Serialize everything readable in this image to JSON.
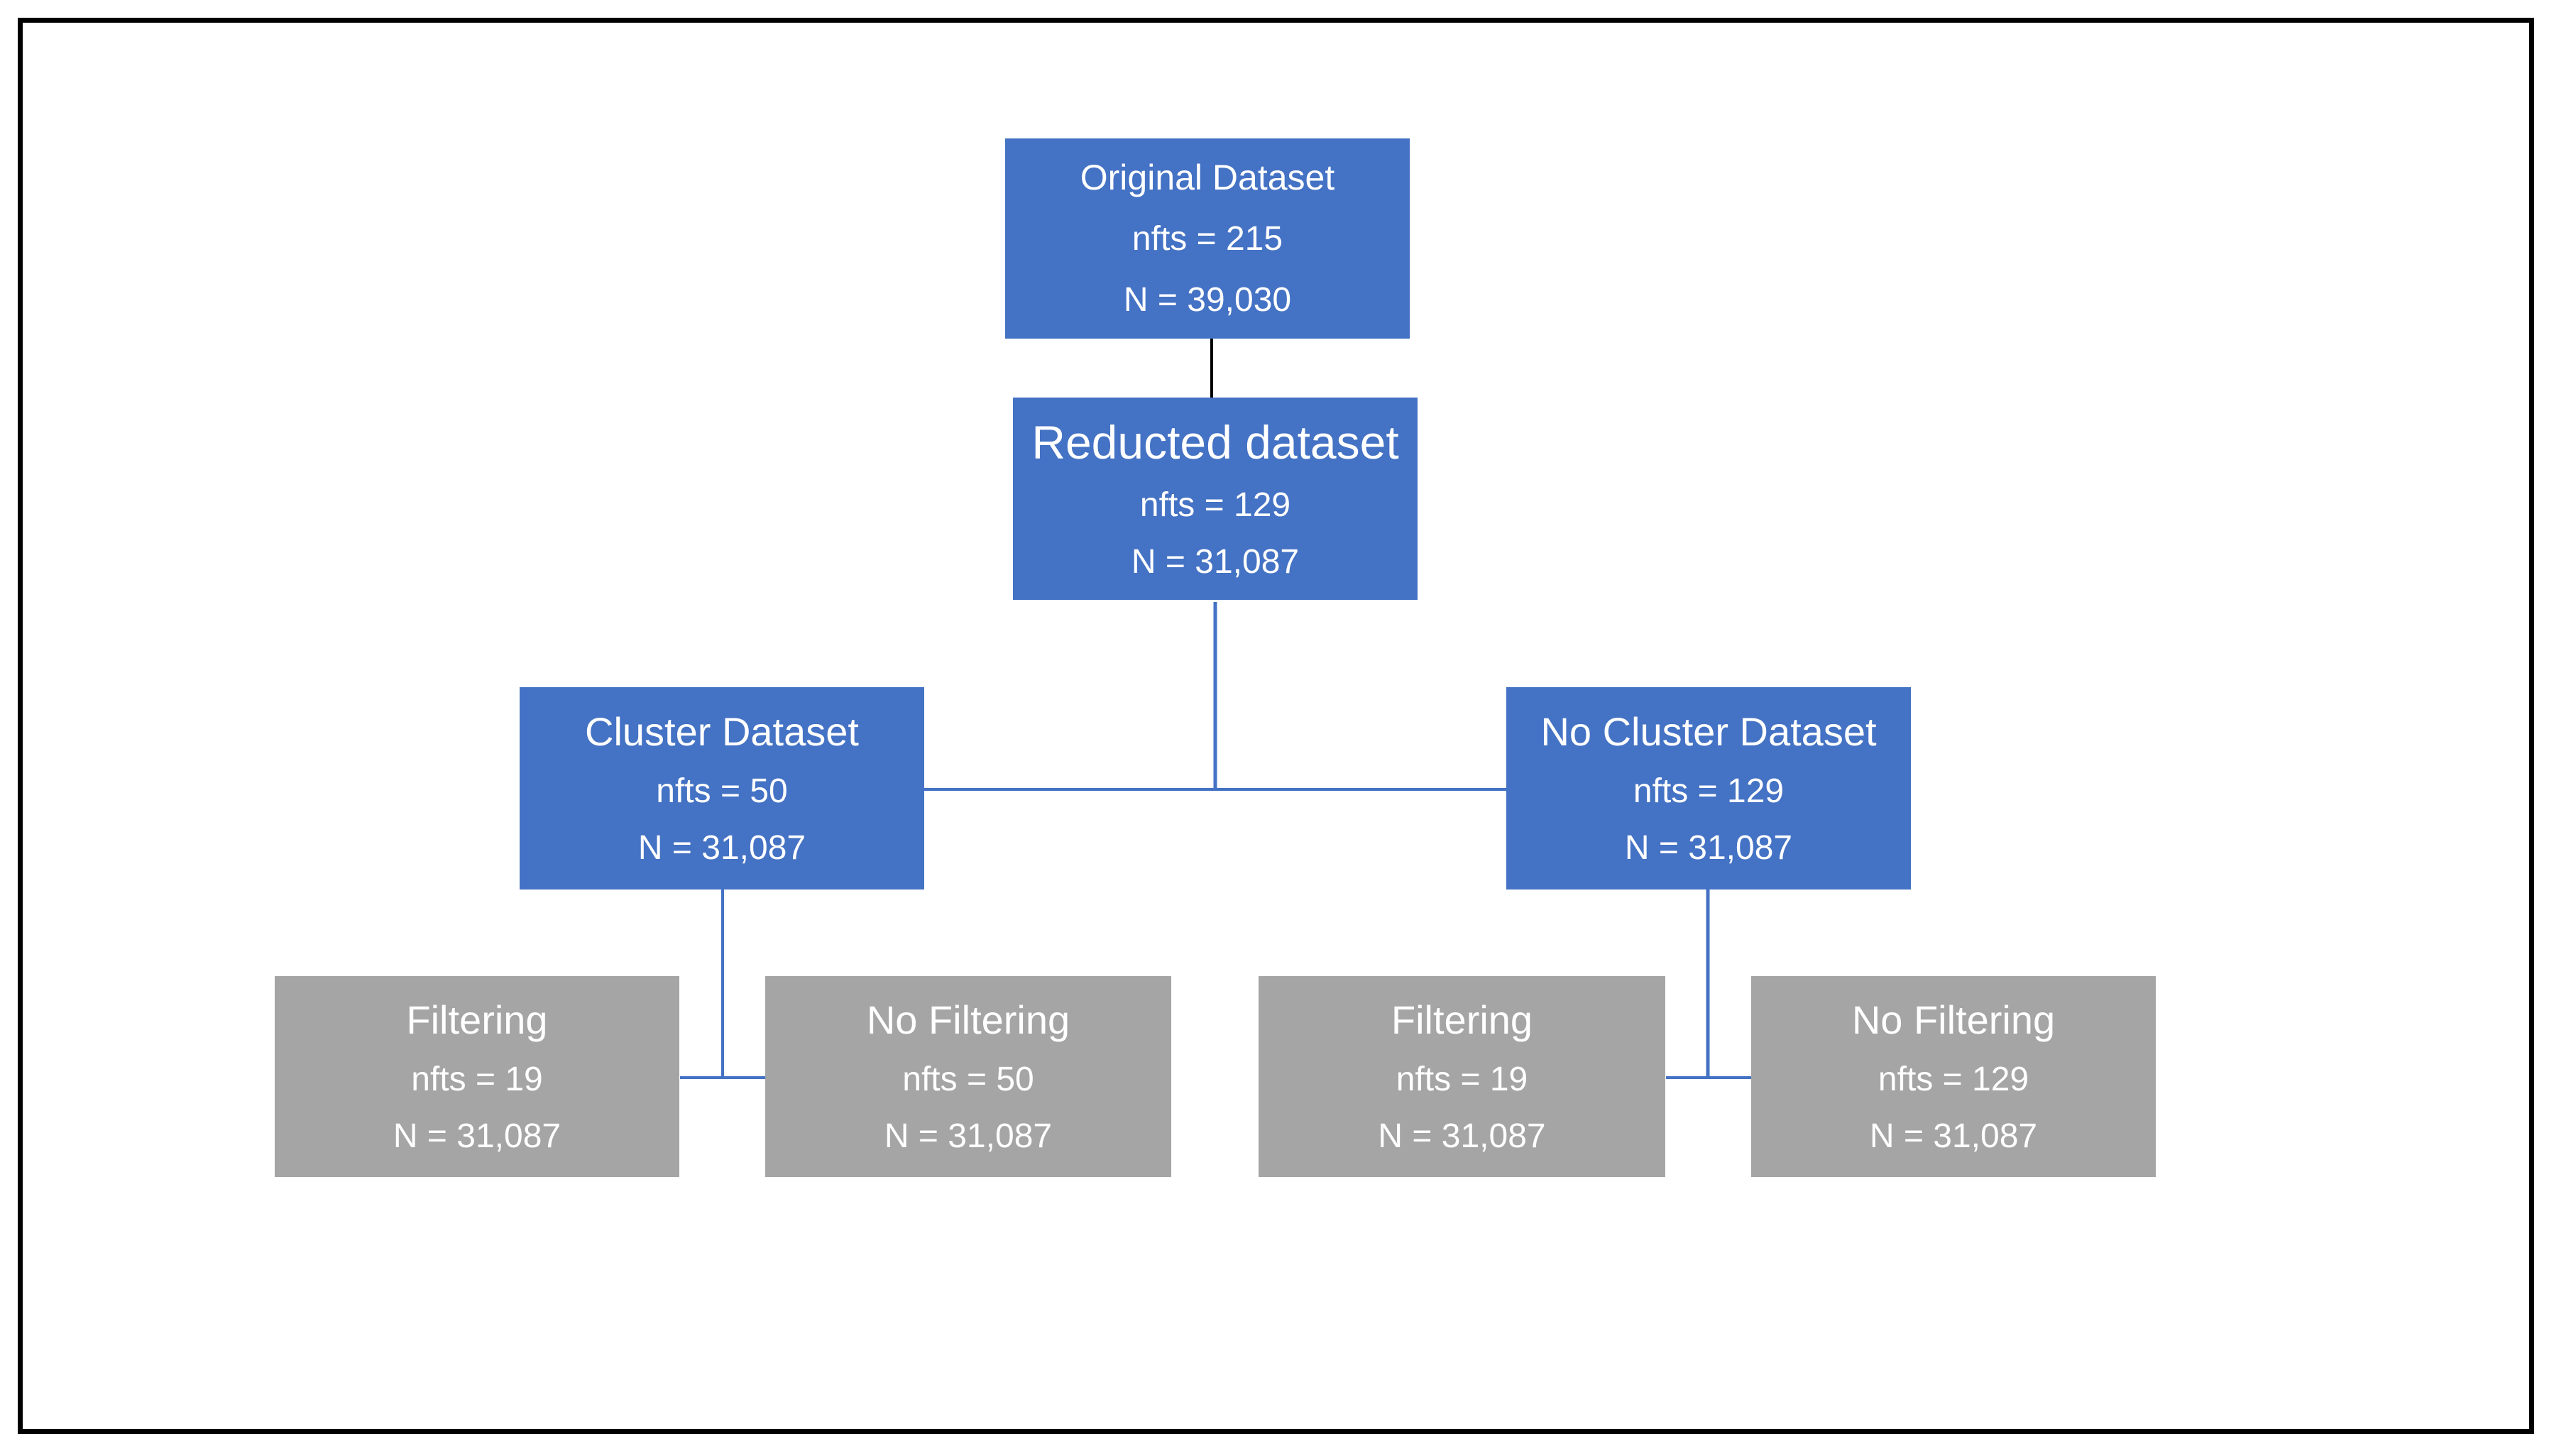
{
  "colors": {
    "primary": "#4472C4",
    "secondary": "#A5A5A5",
    "text": "#FFFFFF",
    "connector_main": "#000000",
    "connector": "#4472C4"
  },
  "nodes": {
    "original": {
      "title": "Original Dataset",
      "nfts": "nfts = 215",
      "n": "N = 39,030"
    },
    "reducted": {
      "title": "Reducted dataset",
      "nfts": "nfts = 129",
      "n": "N = 31,087"
    },
    "cluster": {
      "title": "Cluster Dataset",
      "nfts": "nfts = 50",
      "n": "N = 31,087"
    },
    "no_cluster": {
      "title": "No Cluster Dataset",
      "nfts": "nfts = 129",
      "n": "N = 31,087"
    },
    "cluster_filtering": {
      "title": "Filtering",
      "nfts": "nfts = 19",
      "n": "N = 31,087"
    },
    "cluster_no_filtering": {
      "title": "No Filtering",
      "nfts": "nfts = 50",
      "n": "N = 31,087"
    },
    "no_cluster_filtering": {
      "title": "Filtering",
      "nfts": "nfts = 19",
      "n": "N = 31,087"
    },
    "no_cluster_no_filtering": {
      "title": "No Filtering",
      "nfts": "nfts = 129",
      "n": "N = 31,087"
    }
  }
}
